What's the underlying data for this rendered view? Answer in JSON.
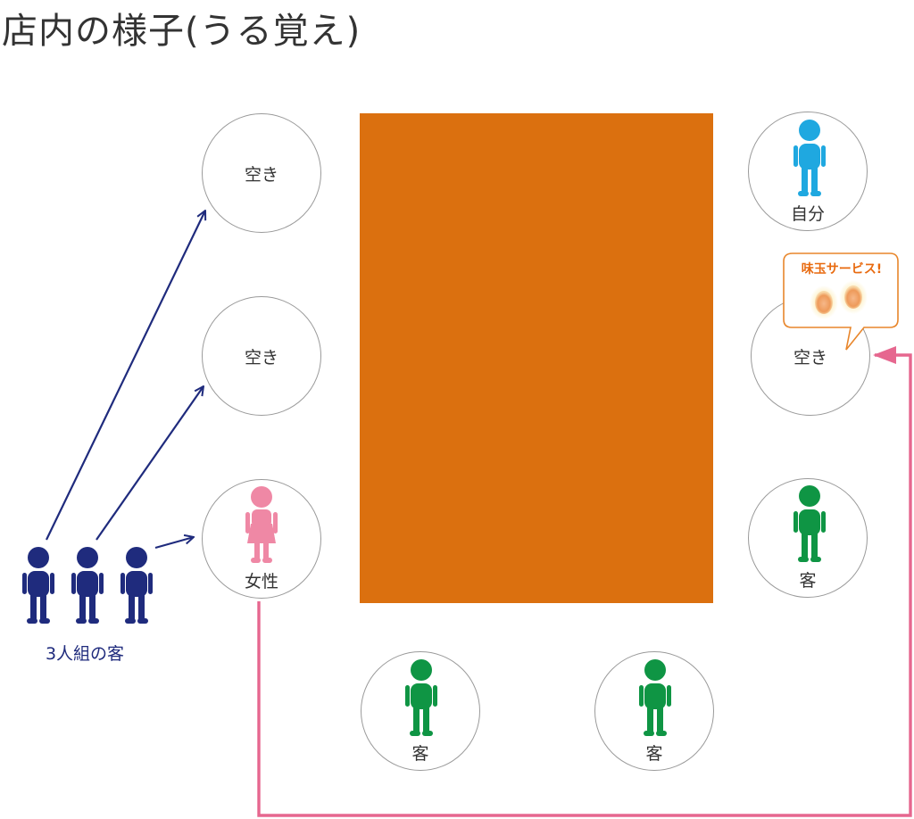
{
  "title": "店内の様子(うる覚え)",
  "colors": {
    "counter": "#DB700F",
    "self": "#1FA8E0",
    "female": "#EF88A5",
    "customer": "#0F9544",
    "group": "#1F2B7D",
    "arrow_group": "#1F2B7D",
    "arrow_path": "#E6678F",
    "bubble_border": "#E8862B",
    "bubble_text": "#E86A0F",
    "egg": "#F0A060"
  },
  "counter": {
    "name": "counter",
    "icon": "counter-table"
  },
  "seats": {
    "left_top": {
      "label": "空き"
    },
    "left_middle": {
      "label": "空き"
    },
    "left_bottom": {
      "label": "女性",
      "icon": "female-person-icon"
    },
    "right_top": {
      "label": "自分",
      "icon": "person-icon"
    },
    "right_middle": {
      "label": "空き"
    },
    "right_bottom": {
      "label": "客",
      "icon": "person-icon"
    },
    "bottom_left": {
      "label": "客",
      "icon": "person-icon"
    },
    "bottom_right": {
      "label": "客",
      "icon": "person-icon"
    }
  },
  "group": {
    "label": "3人組の客",
    "icon": "person-icon",
    "count": 3
  },
  "bubble": {
    "text": "味玉サービス!",
    "icon": "egg-icon",
    "count": 2
  }
}
